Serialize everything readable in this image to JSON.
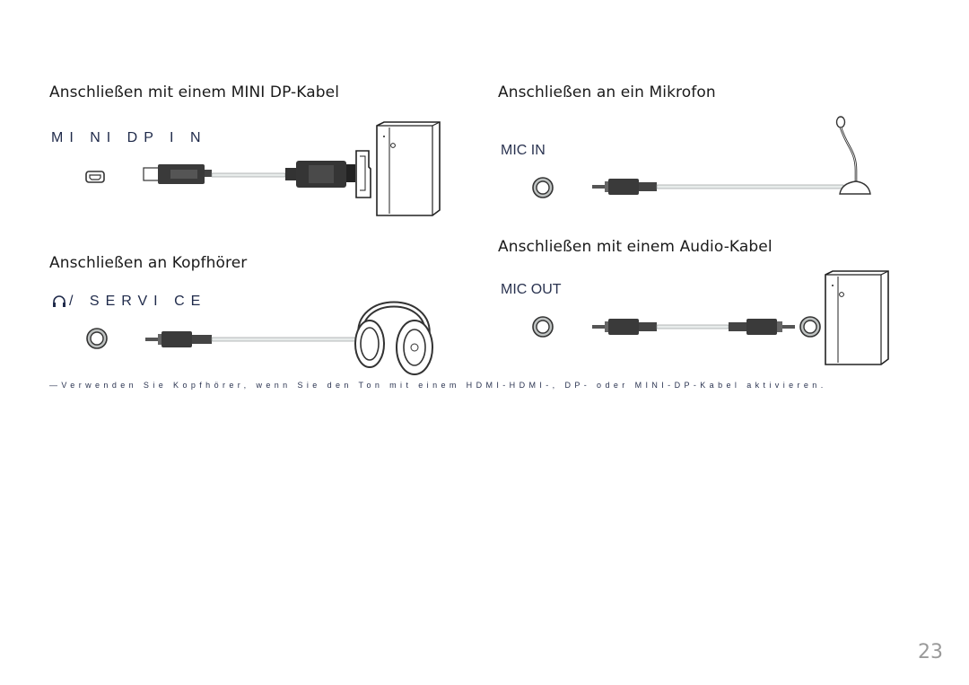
{
  "sections": {
    "mini_dp": {
      "heading": "Anschließen mit einem MINI DP-Kabel",
      "port_label": "MI NI   DP   I N"
    },
    "microphone": {
      "heading": "Anschließen an ein Mikrofon",
      "port_label": "MIC IN"
    },
    "headphones": {
      "heading": "Anschließen an Kopfhörer",
      "port_label": "/ SERVI CE"
    },
    "audio_cable": {
      "heading": "Anschließen mit einem Audio-Kabel",
      "port_label": "MIC OUT"
    }
  },
  "note": "―Verwenden Sie Kopfhörer, wenn Sie den Ton mit einem HDMI-HDMI-, DP- oder MINI-DP-Kabel aktivieren.",
  "page_number": "23",
  "icons": [
    "mini-dp-port-icon",
    "headphone-icon",
    "audio-jack-icon",
    "pc-tower-icon",
    "microphone-icon",
    "headphones-icon",
    "mini-dp-plug-icon",
    "displayport-plug-icon"
  ]
}
